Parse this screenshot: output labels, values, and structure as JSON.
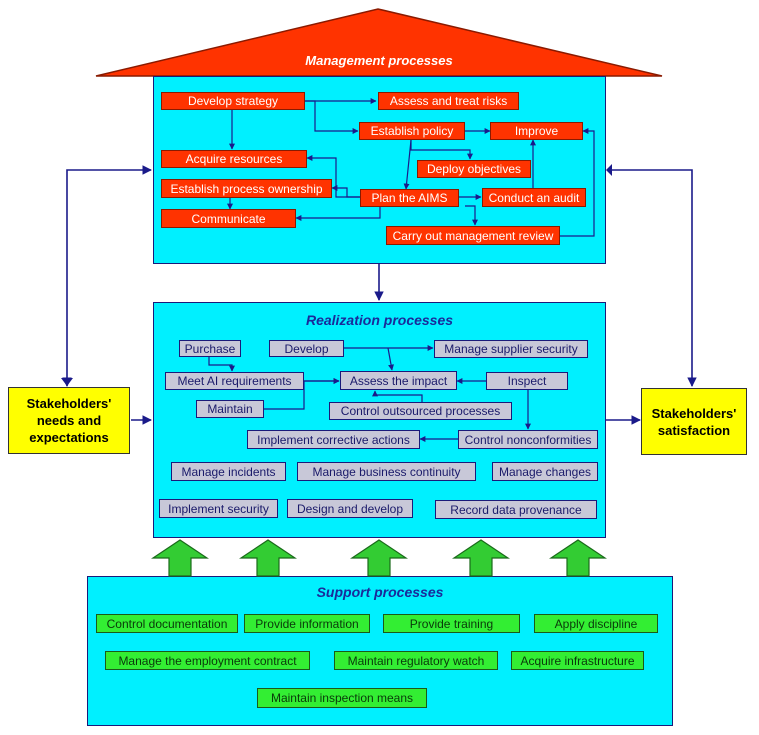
{
  "colors": {
    "panel": "#00f0ff",
    "management_box": "#ff3300",
    "realization_box": "#c8c8d8",
    "support_box": "#33ee33",
    "stakeholder_box": "#ffff00",
    "roof": "#ff3300",
    "support_arrow": "#33cc33",
    "connector": "#1a1a8a"
  },
  "management": {
    "title": "Management processes",
    "boxes": {
      "develop_strategy": "Develop strategy",
      "assess_risks": "Assess and treat risks",
      "establish_policy": "Establish policy",
      "improve": "Improve",
      "acquire_resources": "Acquire resources",
      "deploy_objectives": "Deploy objectives",
      "process_ownership": "Establish process ownership",
      "plan_aims": "Plan the AIMS",
      "conduct_audit": "Conduct an audit",
      "communicate": "Communicate",
      "management_review": "Carry out management review"
    }
  },
  "realization": {
    "title": "Realization processes",
    "boxes": {
      "purchase": "Purchase",
      "develop": "Develop",
      "supplier_security": "Manage supplier security",
      "meet_ai": "Meet AI requirements",
      "assess_impact": "Assess the impact",
      "inspect": "Inspect",
      "maintain": "Maintain",
      "outsourced": "Control outsourced processes",
      "corrective": "Implement corrective actions",
      "nonconformities": "Control nonconformities",
      "incidents": "Manage incidents",
      "continuity": "Manage business continuity",
      "changes": "Manage changes",
      "security": "Implement security",
      "design": "Design and develop",
      "provenance": "Record data provenance"
    }
  },
  "support": {
    "title": "Support processes",
    "boxes": {
      "documentation": "Control documentation",
      "information": "Provide information",
      "training": "Provide training",
      "discipline": "Apply discipline",
      "employment": "Manage the employment contract",
      "regulatory": "Maintain regulatory watch",
      "infrastructure": "Acquire infrastructure",
      "inspection_means": "Maintain inspection means"
    }
  },
  "stakeholders": {
    "needs": "Stakeholders' needs and expectations",
    "satisfaction": "Stakeholders' satisfaction"
  }
}
